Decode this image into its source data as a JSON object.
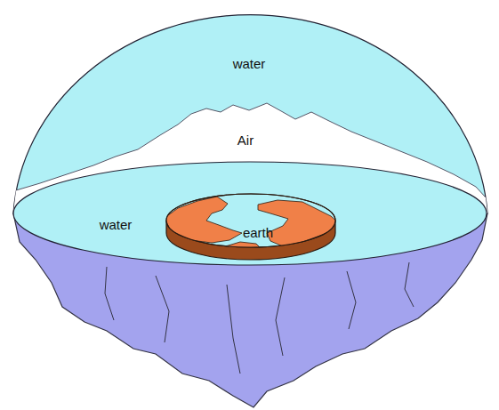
{
  "diagram": {
    "labels": [
      "water",
      "Air",
      "water",
      "earth"
    ]
  }
}
